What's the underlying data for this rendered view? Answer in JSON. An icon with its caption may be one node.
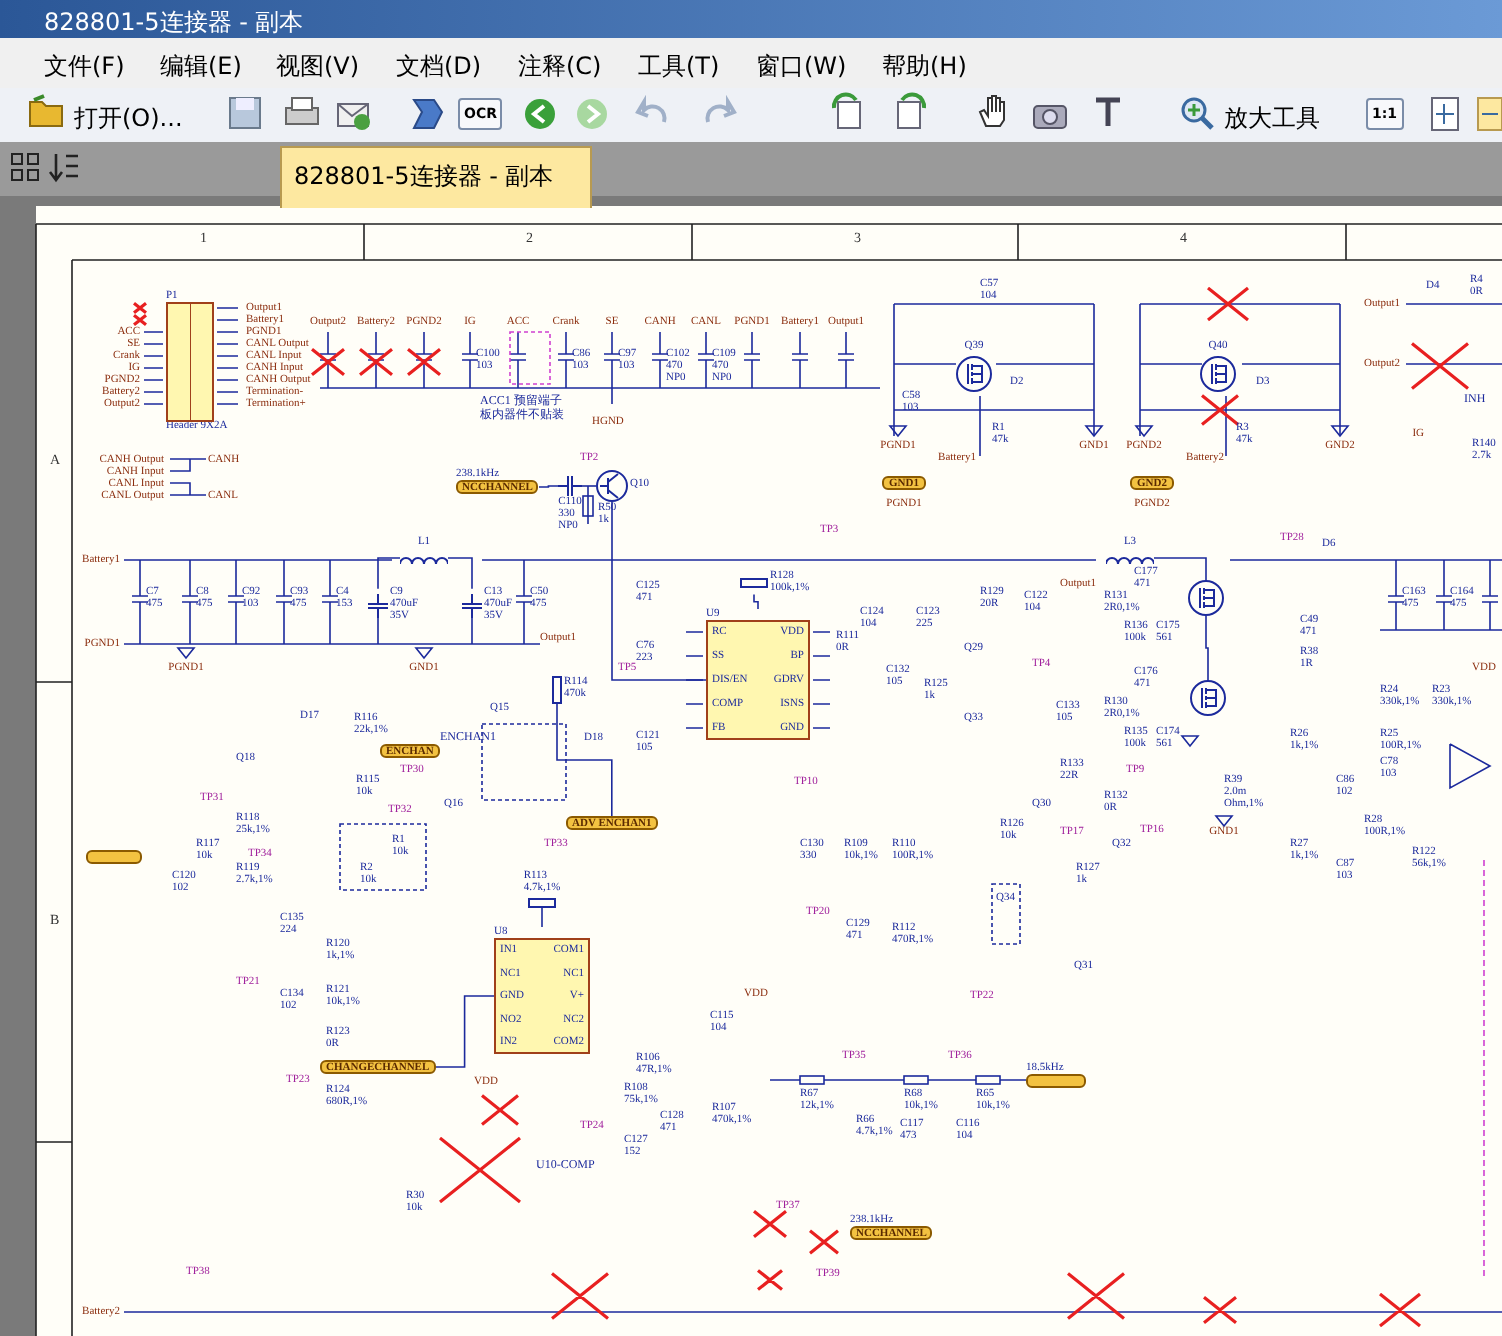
{
  "diagram": {
    "title": "828801-5连接器 - 副本",
    "nodes": [
      {
        "text": [
          "P1"
        ],
        "beside": [
          "Header 9X2A"
        ]
      },
      {
        "text": [
          "NCCHANNEL"
        ],
        "beside": [
          "238.1kHz"
        ]
      },
      {
        "text": [
          "C110",
          "330 NP0"
        ]
      },
      {
        "text": [
          "Q10"
        ]
      },
      {
        "text": [
          "L1"
        ]
      },
      {
        "text": [
          "U9",
          "RC",
          "SS",
          "DIS/EN",
          "COMP",
          "FB",
          "VDD",
          "BP",
          "GDRV",
          "ISNS",
          "GND"
        ]
      },
      {
        "text": [
          "R128",
          "100k,1%"
        ]
      },
      {
        "text": [
          "L3"
        ]
      },
      {
        "text": [],
        "shape": "circle"
      },
      {
        "text": [],
        "shape": "circle"
      },
      {
        "text": [
          "U8",
          "IN1",
          "NC1",
          "GND",
          "NO2",
          "IN2",
          "COM1",
          "NC1",
          "V+",
          "NC2",
          "COM2"
        ]
      },
      {
        "text": [
          "Q39"
        ]
      },
      {
        "text": [
          "Q40"
        ]
      },
      {
        "text": [
          "ENCHAN"
        ]
      },
      {
        "text": [
          "CHANGECHANNEL"
        ]
      },
      {
        "text": [],
        "shape": "box",
        "beside": [
          "18.5kHz"
        ]
      },
      {
        "text": [
          "ADV ENCHAN1"
        ]
      },
      {
        "text": [],
        "shape": "box"
      },
      {
        "text": [
          "C9",
          "470uF 35V"
        ]
      },
      {
        "text": [
          "C13",
          "470uF 35V"
        ]
      },
      {
        "text": [
          "R114",
          "470k"
        ]
      },
      {
        "text": [
          "R113",
          "4.7k,1%"
        ]
      },
      {
        "text": [
          "GND1"
        ]
      },
      {
        "text": [
          "GND2"
        ]
      },
      {
        "text": [
          "NCCHANNEL"
        ],
        "beside": [
          "238.1kHz"
        ]
      }
    ],
    "edges": [
      {
        "from": 1,
        "to": 2,
        "arrow": "none"
      },
      {
        "from": 2,
        "to": 3,
        "arrow": "none"
      },
      {
        "from": 18,
        "to": 4,
        "arrow": "none"
      },
      {
        "from": 4,
        "to": 19,
        "arrow": "none"
      },
      {
        "from": 3,
        "to": 5,
        "arrow": "none"
      },
      {
        "from": 6,
        "to": 5,
        "arrow": "none"
      },
      {
        "from": 7,
        "to": 8,
        "arrow": "none"
      },
      {
        "from": 8,
        "to": 9,
        "arrow": "none"
      },
      {
        "from": 21,
        "to": 10,
        "arrow": "none"
      },
      {
        "from": 14,
        "to": 10,
        "arrow": "none"
      },
      {
        "from": 20,
        "to": 16,
        "arrow": "none"
      }
    ],
    "labels": [
      "文件(F)",
      "编辑(E)",
      "视图(V)",
      "文档(D)",
      "注释(C)",
      "工具(T)",
      "窗口(W)",
      "帮助(H)",
      "打开(O)...",
      "OCR",
      "放大工具",
      "1:1",
      "828801-5连接器 - 副本",
      "1",
      "2",
      "3",
      "4",
      "A",
      "B",
      "ACC",
      "SE",
      "Crank",
      "IG",
      "PGND2",
      "Battery2",
      "Output2",
      "Output1",
      "Battery1",
      "PGND1",
      "CANL Output",
      "CANL Input",
      "CANH Input",
      "CANH Output",
      "Termination-",
      "Termination+",
      "Output2",
      "Battery2",
      "PGND2",
      "IG",
      "ACC",
      "Crank",
      "SE",
      "CANH",
      "CANL",
      "PGND1",
      "Battery1",
      "Output1",
      "C100 103",
      "C86 103",
      "C97 103",
      "C102 470 NP0",
      "C109 470 NP0",
      "ACC1 预留端子",
      "板内器件不贴装",
      "HGND",
      "CANH Output",
      "CANH Input",
      "CANL Input",
      "CANL Output",
      "CANH",
      "CANL",
      "TP2",
      "R50 1k",
      "Battery1",
      "PGND1",
      "C7 475",
      "C8 475",
      "C92 103",
      "C93 475",
      "C4 153",
      "C50 475",
      "PGND1",
      "GND1",
      "C125 471",
      "C76 223",
      "Output1",
      "TP5",
      "D17",
      "R116 22k,1%",
      "Q15",
      "D18",
      "C121 105",
      "C57 104",
      "D2",
      "C58 103",
      "R1 47k",
      "PGND1",
      "GND1",
      "Battery1",
      "PGND1",
      "D3",
      "R3 47k",
      "PGND2",
      "GND2",
      "Battery2",
      "PGND2",
      "Output1",
      "Output2",
      "D4",
      "R4 0R",
      "IG",
      "INH",
      "R140 2.7k",
      "TP3",
      "TP28",
      "D6",
      "C124 104",
      "C123 225",
      "R129 20R",
      "C122 104",
      "Output1",
      "R111 0R",
      "C132 105",
      "Q29",
      "R125 1k",
      "TP4",
      "Q33",
      "C133 105",
      "R131 2R0,1%",
      "C177 471",
      "R136 100k",
      "C175 561",
      "C176 471",
      "R130 2R0,1%",
      "R135 100k",
      "C174 561",
      "C49 471",
      "R38 1R",
      "C163 475",
      "C164 475",
      "VDD",
      "R24 330k,1%",
      "R23 330k,1%",
      "R26 1k,1%",
      "R25 100R,1%",
      "Q18",
      "TP31",
      "R118 25k,1%",
      "R117 10k",
      "TP34",
      "C120 102",
      "R119 2.7k,1%",
      "TP30",
      "ENCHAN1",
      "R115 10k",
      "TP32",
      "Q16",
      "R1 10k",
      "R2 10k",
      "TP33",
      "C135 224",
      "R120 1k,1%",
      "TP21",
      "C134 102",
      "R121 10k,1%",
      "R123 0R",
      "TP23",
      "R124 680R,1%",
      "VDD",
      "U10-COMP",
      "R30 10k",
      "R108 75k,1%",
      "C128 471",
      "R107 470k,1%",
      "C127 152",
      "TP24",
      "R106 47R,1%",
      "C115 104",
      "VDD",
      "TP38",
      "Battery2",
      "TP10",
      "C130 330",
      "R109 10k,1%",
      "R110 100R,1%",
      "TP20",
      "C129 471",
      "R112 470R,1%",
      "R133 22R",
      "TP9",
      "R132 0R",
      "Q30",
      "R126 10k",
      "TP17",
      "TP16",
      "Q32",
      "R127 1k",
      "Q34",
      "Q31",
      "TP22",
      "R67 12k,1%",
      "TP35",
      "R68 10k,1%",
      "TP36",
      "R65 10k,1%",
      "R66 4.7k,1%",
      "C117 473",
      "C116 104",
      "TP37",
      "TP39",
      "R39 2.0m Ohm,1%",
      "GND1",
      "C86 102",
      "R28 100R,1%",
      "R27 1k,1%",
      "C87 103",
      "R122 56k,1%",
      "C78 103"
    ]
  }
}
